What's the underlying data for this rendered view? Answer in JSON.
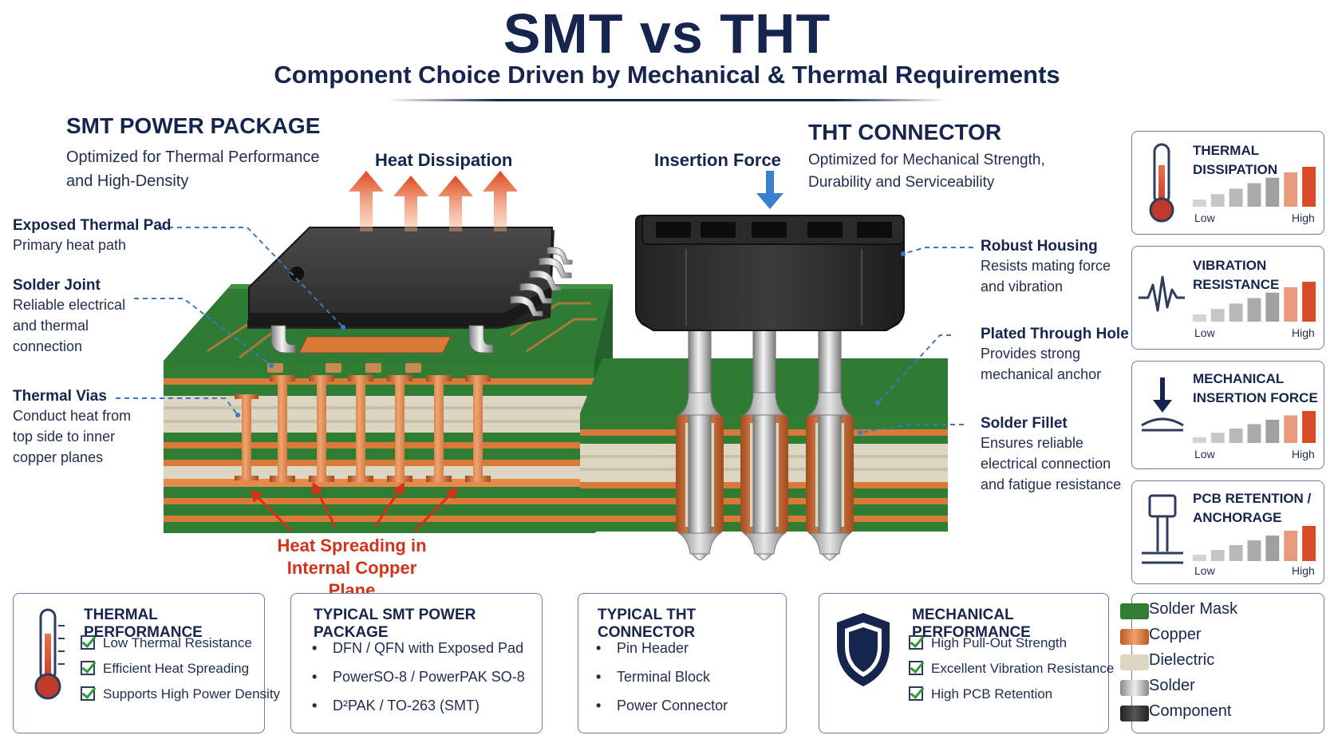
{
  "header": {
    "title": "SMT vs THT",
    "subtitle": "Component Choice Driven by Mechanical & Thermal Requirements"
  },
  "smt": {
    "title": "SMT POWER PACKAGE",
    "subtitle_line1": "Optimized for Thermal Performance",
    "subtitle_line2": "and High-Density",
    "heat_label": "Heat Dissipation",
    "spread_line1": "Heat Spreading in",
    "spread_line2": "Internal Copper Plane",
    "callouts": [
      {
        "title": "Exposed Thermal Pad",
        "lines": [
          "Primary heat path"
        ]
      },
      {
        "title": "Solder Joint",
        "lines": [
          "Reliable electrical",
          "and thermal",
          "connection"
        ]
      },
      {
        "title": "Thermal Vias",
        "lines": [
          "Conduct heat from",
          "top side to inner",
          "copper planes"
        ]
      }
    ]
  },
  "tht": {
    "title": "THT CONNECTOR",
    "subtitle_line1": "Optimized for Mechanical Strength,",
    "subtitle_line2": "Durability and Serviceability",
    "force_label": "Insertion Force",
    "callouts": [
      {
        "title": "Robust Housing",
        "lines": [
          "Resists mating force",
          "and vibration"
        ]
      },
      {
        "title": "Plated Through Hole",
        "lines": [
          "Provides strong",
          "mechanical anchor"
        ]
      },
      {
        "title": "Solder Fillet",
        "lines": [
          "Ensures reliable",
          "electrical connection",
          "and fatigue resistance"
        ]
      }
    ]
  },
  "ratings": {
    "low_label": "Low",
    "high_label": "High",
    "cards": [
      {
        "title_line1": "THERMAL DISSIPATION",
        "title_line2": "",
        "icon": "thermometer-icon",
        "level": 7
      },
      {
        "title_line1": "VIBRATION RESISTANCE",
        "title_line2": "",
        "icon": "vibration-wave-icon",
        "level": 7
      },
      {
        "title_line1": "MECHANICAL",
        "title_line2": "INSERTION FORCE",
        "icon": "insertion-force-icon",
        "level": 7
      },
      {
        "title_line1": "PCB RETENTION /",
        "title_line2": "ANCHORAGE",
        "icon": "pcb-anchor-icon",
        "level": 7
      }
    ]
  },
  "bottom": {
    "thermal": {
      "title": "THERMAL PERFORMANCE",
      "items": [
        "Low Thermal Resistance",
        "Efficient Heat Spreading",
        "Supports High Power Density"
      ]
    },
    "smt_pkg": {
      "title": "TYPICAL SMT POWER PACKAGE",
      "items": [
        "DFN / QFN with Exposed Pad",
        "PowerSO-8 / PowerPAK SO-8",
        "D²PAK / TO-263 (SMT)"
      ]
    },
    "tht_conn": {
      "title": "TYPICAL THT CONNECTOR",
      "items": [
        "Pin Header",
        "Terminal Block",
        "Power Connector"
      ]
    },
    "mechanical": {
      "title": "MECHANICAL PERFORMANCE",
      "items": [
        "High Pull-Out Strength",
        "Excellent Vibration Resistance",
        "High PCB Retention"
      ]
    },
    "bullet": "•"
  },
  "legend": {
    "items": [
      {
        "label": "Solder Mask",
        "color": "#2e7d32"
      },
      {
        "label": "Copper",
        "color": "#d9793a"
      },
      {
        "label": "Dielectric",
        "color": "#dcd5c2"
      },
      {
        "label": "Solder",
        "color": "#a8a8a8"
      },
      {
        "label": "Component",
        "color": "#3a3a3a"
      }
    ]
  },
  "colors": {
    "navy": "#15254d",
    "solder_mask": "#2e7d32",
    "copper": "#d9793a",
    "heat_red": "#d4321a",
    "callout_blue": "#3b78c4"
  }
}
